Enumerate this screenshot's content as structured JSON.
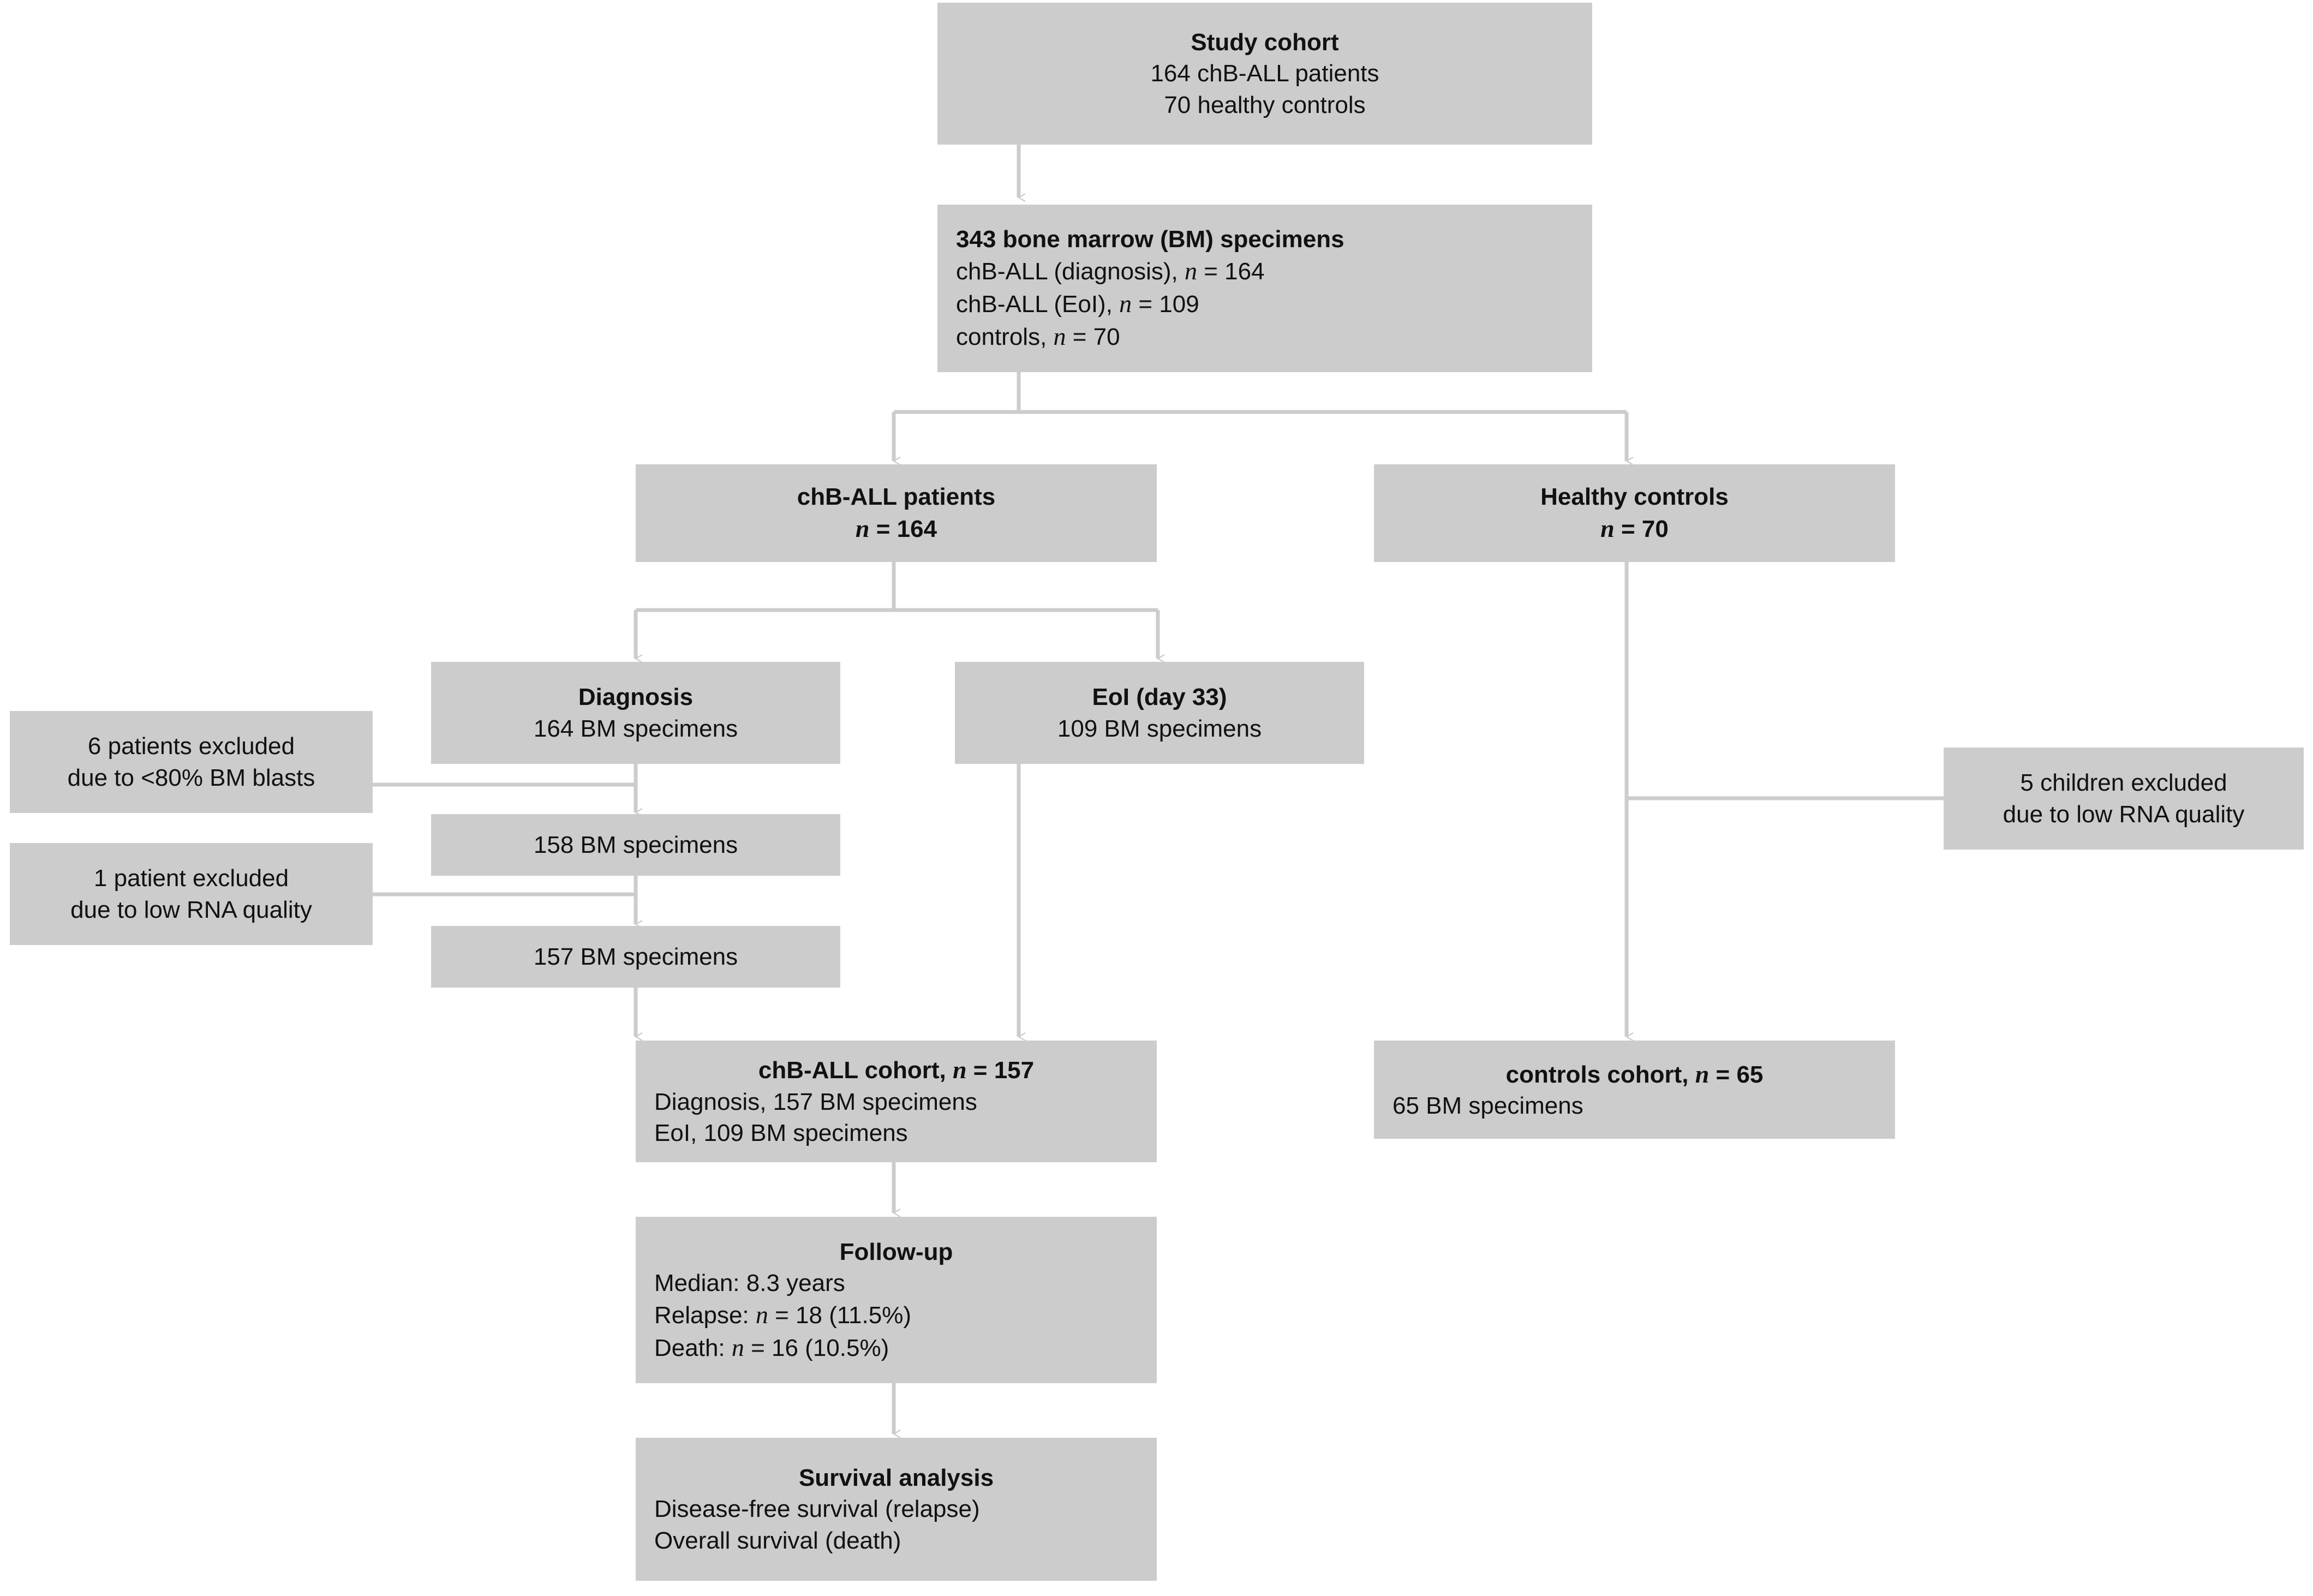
{
  "figure": {
    "type": "flowchart",
    "title": "Study cohort flow diagram",
    "box_fill": "#cccccc",
    "connector_color": "#cccccc",
    "text_color": "#111111",
    "background": "#ffffff"
  },
  "nodes": {
    "study_cohort": {
      "title": "Study cohort",
      "line1": "164 chB-ALL patients",
      "line2": "70 healthy controls"
    },
    "bm_specimens": {
      "title": "343 bone marrow (BM) specimens",
      "line1_pre": "chB-ALL (diagnosis), ",
      "line1_var": "n",
      "line1_post": " = 164",
      "line2_pre": "chB-ALL (EoI), ",
      "line2_var": "n",
      "line2_post": " = 109",
      "line3_pre": "controls, ",
      "line3_var": "n",
      "line3_post": " = 70"
    },
    "chball_patients": {
      "title": "chB-ALL patients",
      "count_var": "n",
      "count_post": " = 164"
    },
    "healthy_controls": {
      "title": "Healthy controls",
      "count_var": "n",
      "count_post": " = 70"
    },
    "diagnosis": {
      "title": "Diagnosis",
      "line1": "164 BM specimens"
    },
    "eoi": {
      "title": "EoI (day 33)",
      "line1": "109 BM specimens"
    },
    "excluded_blasts": {
      "line1": "6 patients excluded",
      "line2": "due to <80% BM blasts"
    },
    "spec_158": {
      "line1": "158 BM specimens"
    },
    "excluded_rna_patient": {
      "line1": "1 patient excluded",
      "line2": "due to low RNA quality"
    },
    "spec_157": {
      "line1": "157 BM specimens"
    },
    "excluded_rna_children": {
      "line1": "5 children excluded",
      "line2": "due to low RNA quality"
    },
    "chball_cohort": {
      "title_pre": "chB-ALL cohort, ",
      "title_var": "n",
      "title_post": " = 157",
      "line1": "Diagnosis, 157 BM specimens",
      "line2": "EoI, 109 BM specimens"
    },
    "controls_cohort": {
      "title_pre": "controls cohort, ",
      "title_var": "n",
      "title_post": " = 65",
      "line1": "65 BM specimens"
    },
    "follow_up": {
      "title": "Follow-up",
      "line1": "Median: 8.3 years",
      "line2_pre": "Relapse: ",
      "line2_var": "n",
      "line2_post": " = 18 (11.5%)",
      "line3_pre": "Death: ",
      "line3_var": "n",
      "line3_post": " = 16 (10.5%)"
    },
    "survival_analysis": {
      "title": "Survival analysis",
      "line1": "Disease-free survival (relapse)",
      "line2": "Overall survival (death)"
    }
  }
}
